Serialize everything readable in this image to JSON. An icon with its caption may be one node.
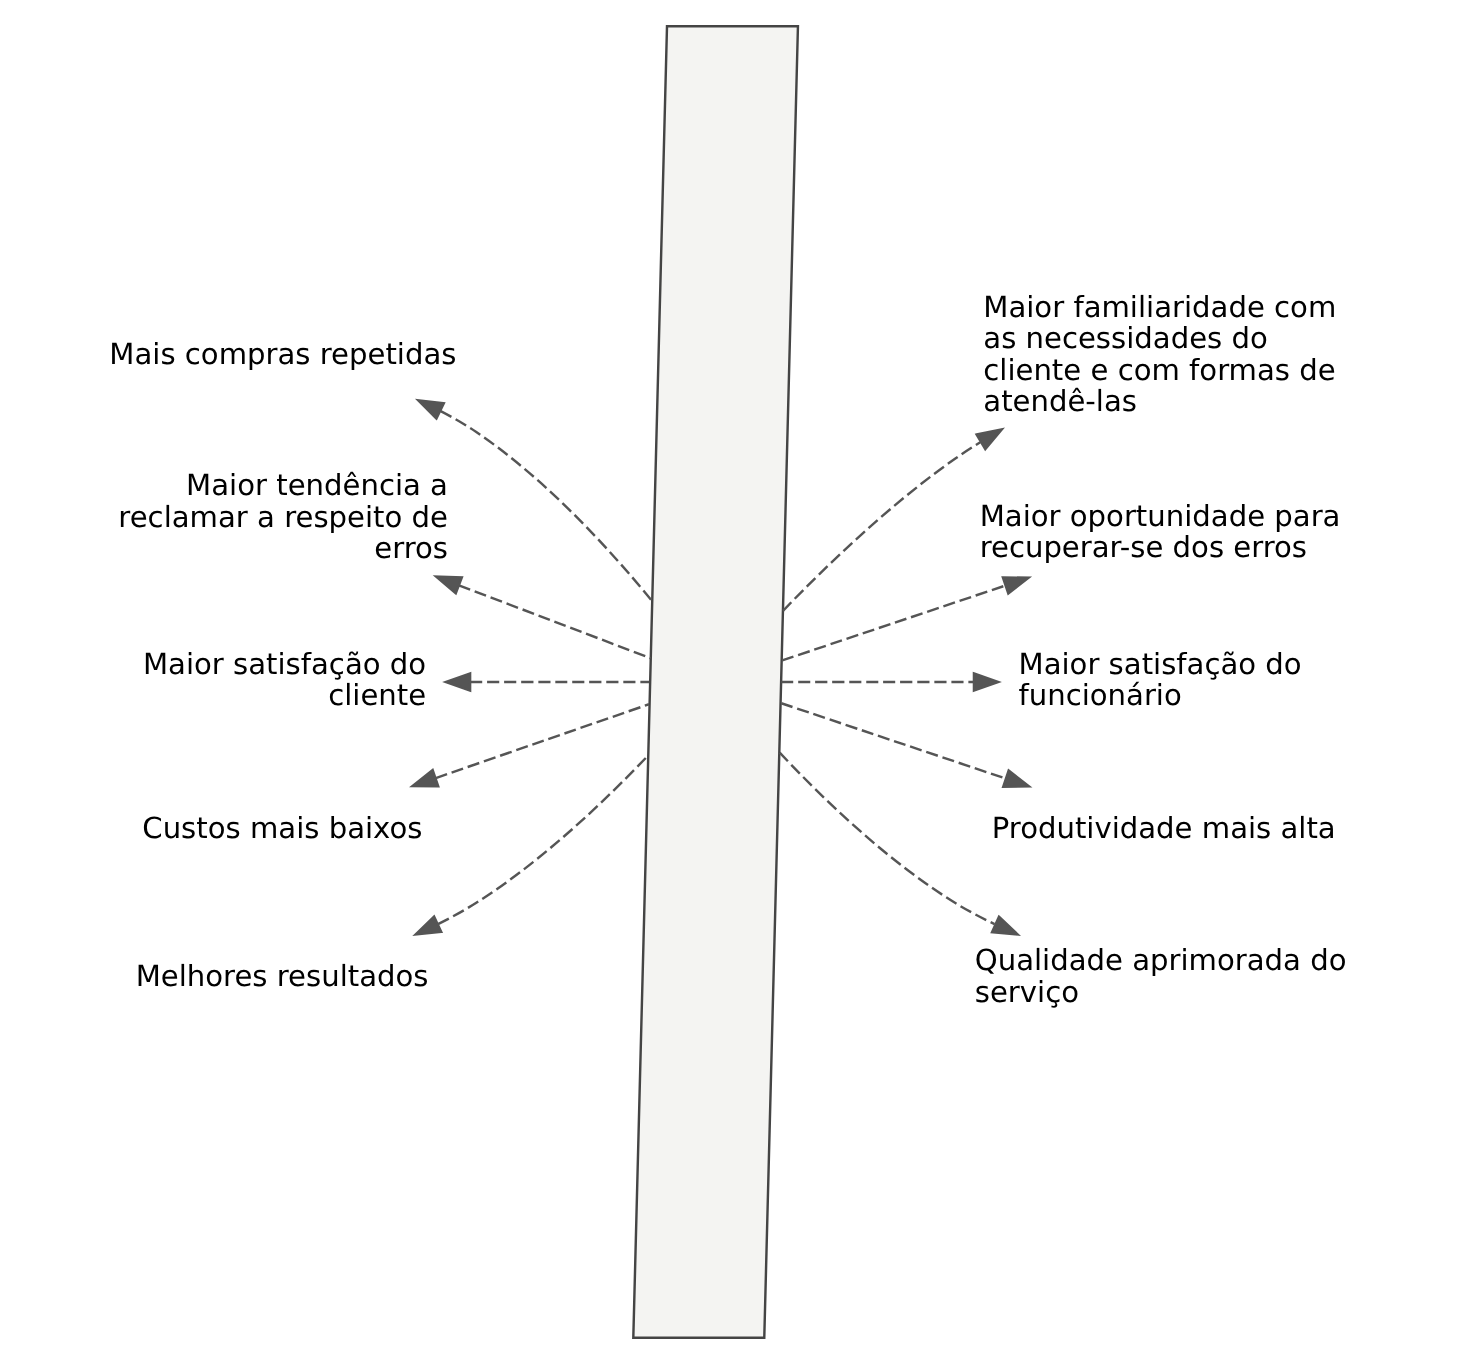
{
  "diagram": {
    "nodes": [
      {
        "text": [],
        "shape": "parallelogram"
      },
      {
        "text": [
          "Mais compras repetidas"
        ]
      },
      {
        "text": [
          "Maior familiaridade com as necessidades do cliente e com formas de atendê-las"
        ]
      },
      {
        "text": [
          "Maior tendência a reclamar a respeito de erros"
        ]
      },
      {
        "text": [
          "Maior oportunidade para recuperar-se dos erros"
        ]
      },
      {
        "text": [
          "Maior satisfação do cliente"
        ]
      },
      {
        "text": [
          "Maior satisfação do funcionário"
        ]
      },
      {
        "text": [
          "Custos mais baixos"
        ]
      },
      {
        "text": [
          "Produtividade mais alta"
        ]
      },
      {
        "text": [
          "Melhores resultados"
        ]
      },
      {
        "text": [
          "Qualidade aprimorada do serviço"
        ]
      }
    ],
    "edges": [
      {
        "from": 0,
        "to": 1,
        "arrow": "to",
        "style": "dashed"
      },
      {
        "from": 0,
        "to": 2,
        "arrow": "to",
        "style": "dashed"
      },
      {
        "from": 0,
        "to": 3,
        "arrow": "to",
        "style": "dashed"
      },
      {
        "from": 0,
        "to": 4,
        "arrow": "to",
        "style": "dashed"
      },
      {
        "from": 0,
        "to": 5,
        "arrow": "to",
        "style": "dashed"
      },
      {
        "from": 0,
        "to": 6,
        "arrow": "to",
        "style": "dashed"
      },
      {
        "from": 0,
        "to": 7,
        "arrow": "to",
        "style": "dashed"
      },
      {
        "from": 0,
        "to": 8,
        "arrow": "to",
        "style": "dashed"
      },
      {
        "from": 0,
        "to": 9,
        "arrow": "to",
        "style": "dashed"
      },
      {
        "from": 0,
        "to": 10,
        "arrow": "to",
        "style": "dashed"
      }
    ]
  }
}
